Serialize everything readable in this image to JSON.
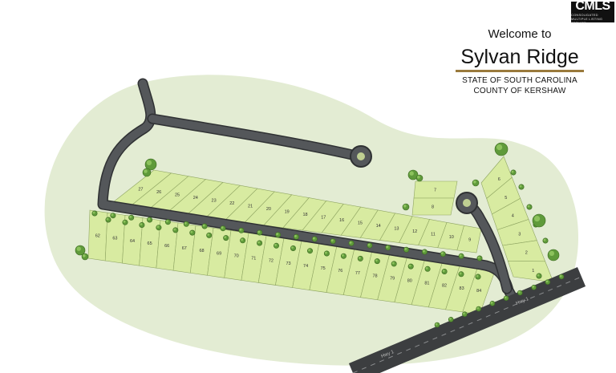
{
  "logo": {
    "text": "CMLS",
    "subtext": "CONSOLIDATED MULTIPLE LISTING SERVICE"
  },
  "header": {
    "welcome": "Welcome to",
    "community_name": "Sylvan Ridge",
    "state_line": "STATE OF SOUTH CAROLINA",
    "county_line": "COUNTY OF KERSHAW"
  },
  "colors": {
    "background_land": "#e3ecd3",
    "lot_fill": "#d8eba1",
    "lot_stroke": "#8fa562",
    "road": "#4f5255",
    "road_edge": "#2f3133",
    "tree": "#5f9a3a",
    "title_rule": "#9a7a3c"
  },
  "lots": {
    "north_row": [
      "27",
      "26",
      "25",
      "24",
      "23",
      "22",
      "21",
      "20",
      "19",
      "18",
      "17",
      "16",
      "15",
      "14",
      "13",
      "12",
      "11",
      "10",
      "9"
    ],
    "south_row": [
      "62",
      "63",
      "64",
      "65",
      "66",
      "67",
      "68",
      "69",
      "70",
      "71",
      "72",
      "73",
      "74",
      "75",
      "76",
      "77",
      "78",
      "79",
      "80",
      "81",
      "82",
      "83",
      "84"
    ],
    "cul_de_sac": [
      "7",
      "8"
    ],
    "east_column": [
      "6",
      "5",
      "4",
      "3",
      "2",
      "1"
    ]
  },
  "roads": {
    "highway_label_left": "Hwy 1",
    "highway_label_right": "Hwy 1"
  }
}
